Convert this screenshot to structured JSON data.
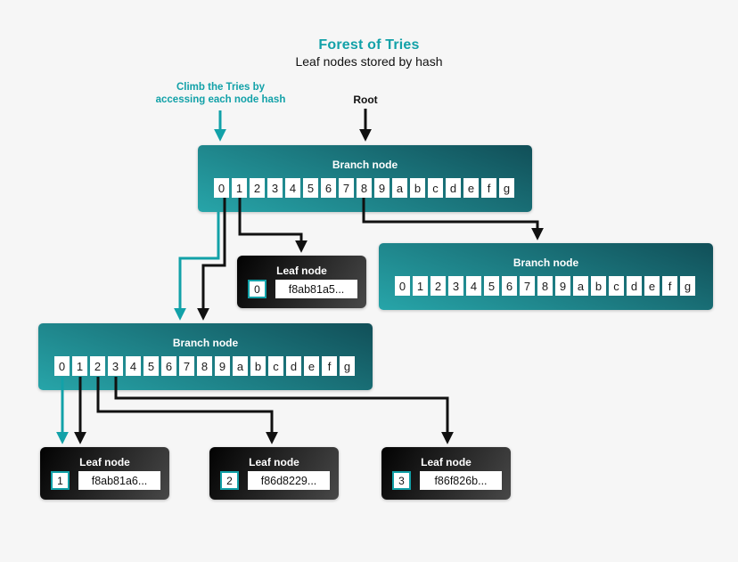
{
  "colors": {
    "teal": "#12a1a8",
    "line": "#111111",
    "bg": "#f6f6f6",
    "branch_a": "#114f58",
    "branch_b": "#27a5a9",
    "leaf_a": "#020202",
    "leaf_b": "#484848"
  },
  "header": {
    "title": "Forest of Tries",
    "subtitle": "Leaf nodes stored by hash"
  },
  "annotations": {
    "climb_line1": "Climb the Tries by",
    "climb_line2": "accessing each node hash",
    "root": "Root"
  },
  "hex_digits": [
    "0",
    "1",
    "2",
    "3",
    "4",
    "5",
    "6",
    "7",
    "8",
    "9",
    "a",
    "b",
    "c",
    "d",
    "e",
    "f",
    "g"
  ],
  "branch_nodes": {
    "top": {
      "label": "Branch node"
    },
    "right": {
      "label": "Branch node"
    },
    "left": {
      "label": "Branch node"
    }
  },
  "leaf_nodes": {
    "middle": {
      "label": "Leaf node",
      "index": "0",
      "hash": "f8ab81a5..."
    },
    "leaf1": {
      "label": "Leaf node",
      "index": "1",
      "hash": "f8ab81a6..."
    },
    "leaf2": {
      "label": "Leaf node",
      "index": "2",
      "hash": "f86d8229..."
    },
    "leaf3": {
      "label": "Leaf node",
      "index": "3",
      "hash": "f86f826b..."
    }
  }
}
